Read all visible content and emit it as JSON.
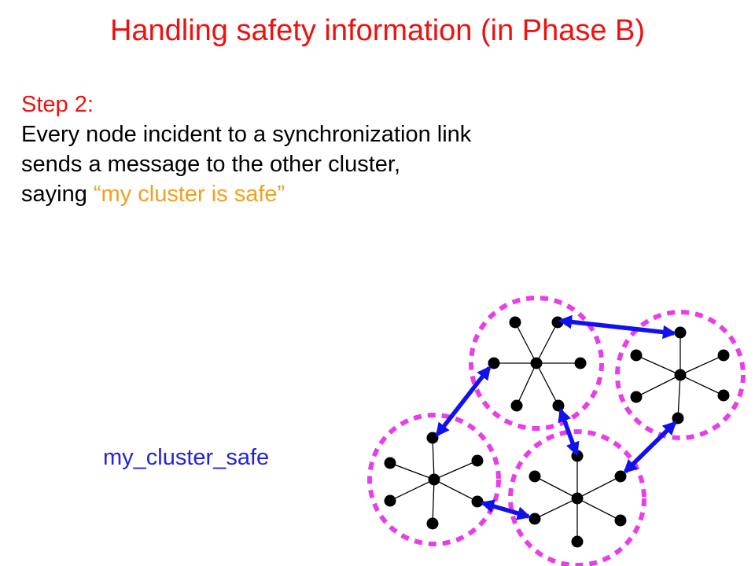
{
  "title": "Handling safety information (in Phase B)",
  "step": {
    "label": "Step 2:",
    "line1": "Every node incident to a synchronization link",
    "line2": "sends a message to the other cluster,",
    "line3_prefix": "saying ",
    "line3_quote": "“my cluster is safe”"
  },
  "message_label": "my_cluster_safe",
  "colors": {
    "title": "#ee1111",
    "step_label": "#ee1111",
    "quote": "#f0a020",
    "message_label": "#2222dd",
    "cluster_boundary": "#e83ee8",
    "sync_link": "#1111ee",
    "node": "#000000"
  }
}
